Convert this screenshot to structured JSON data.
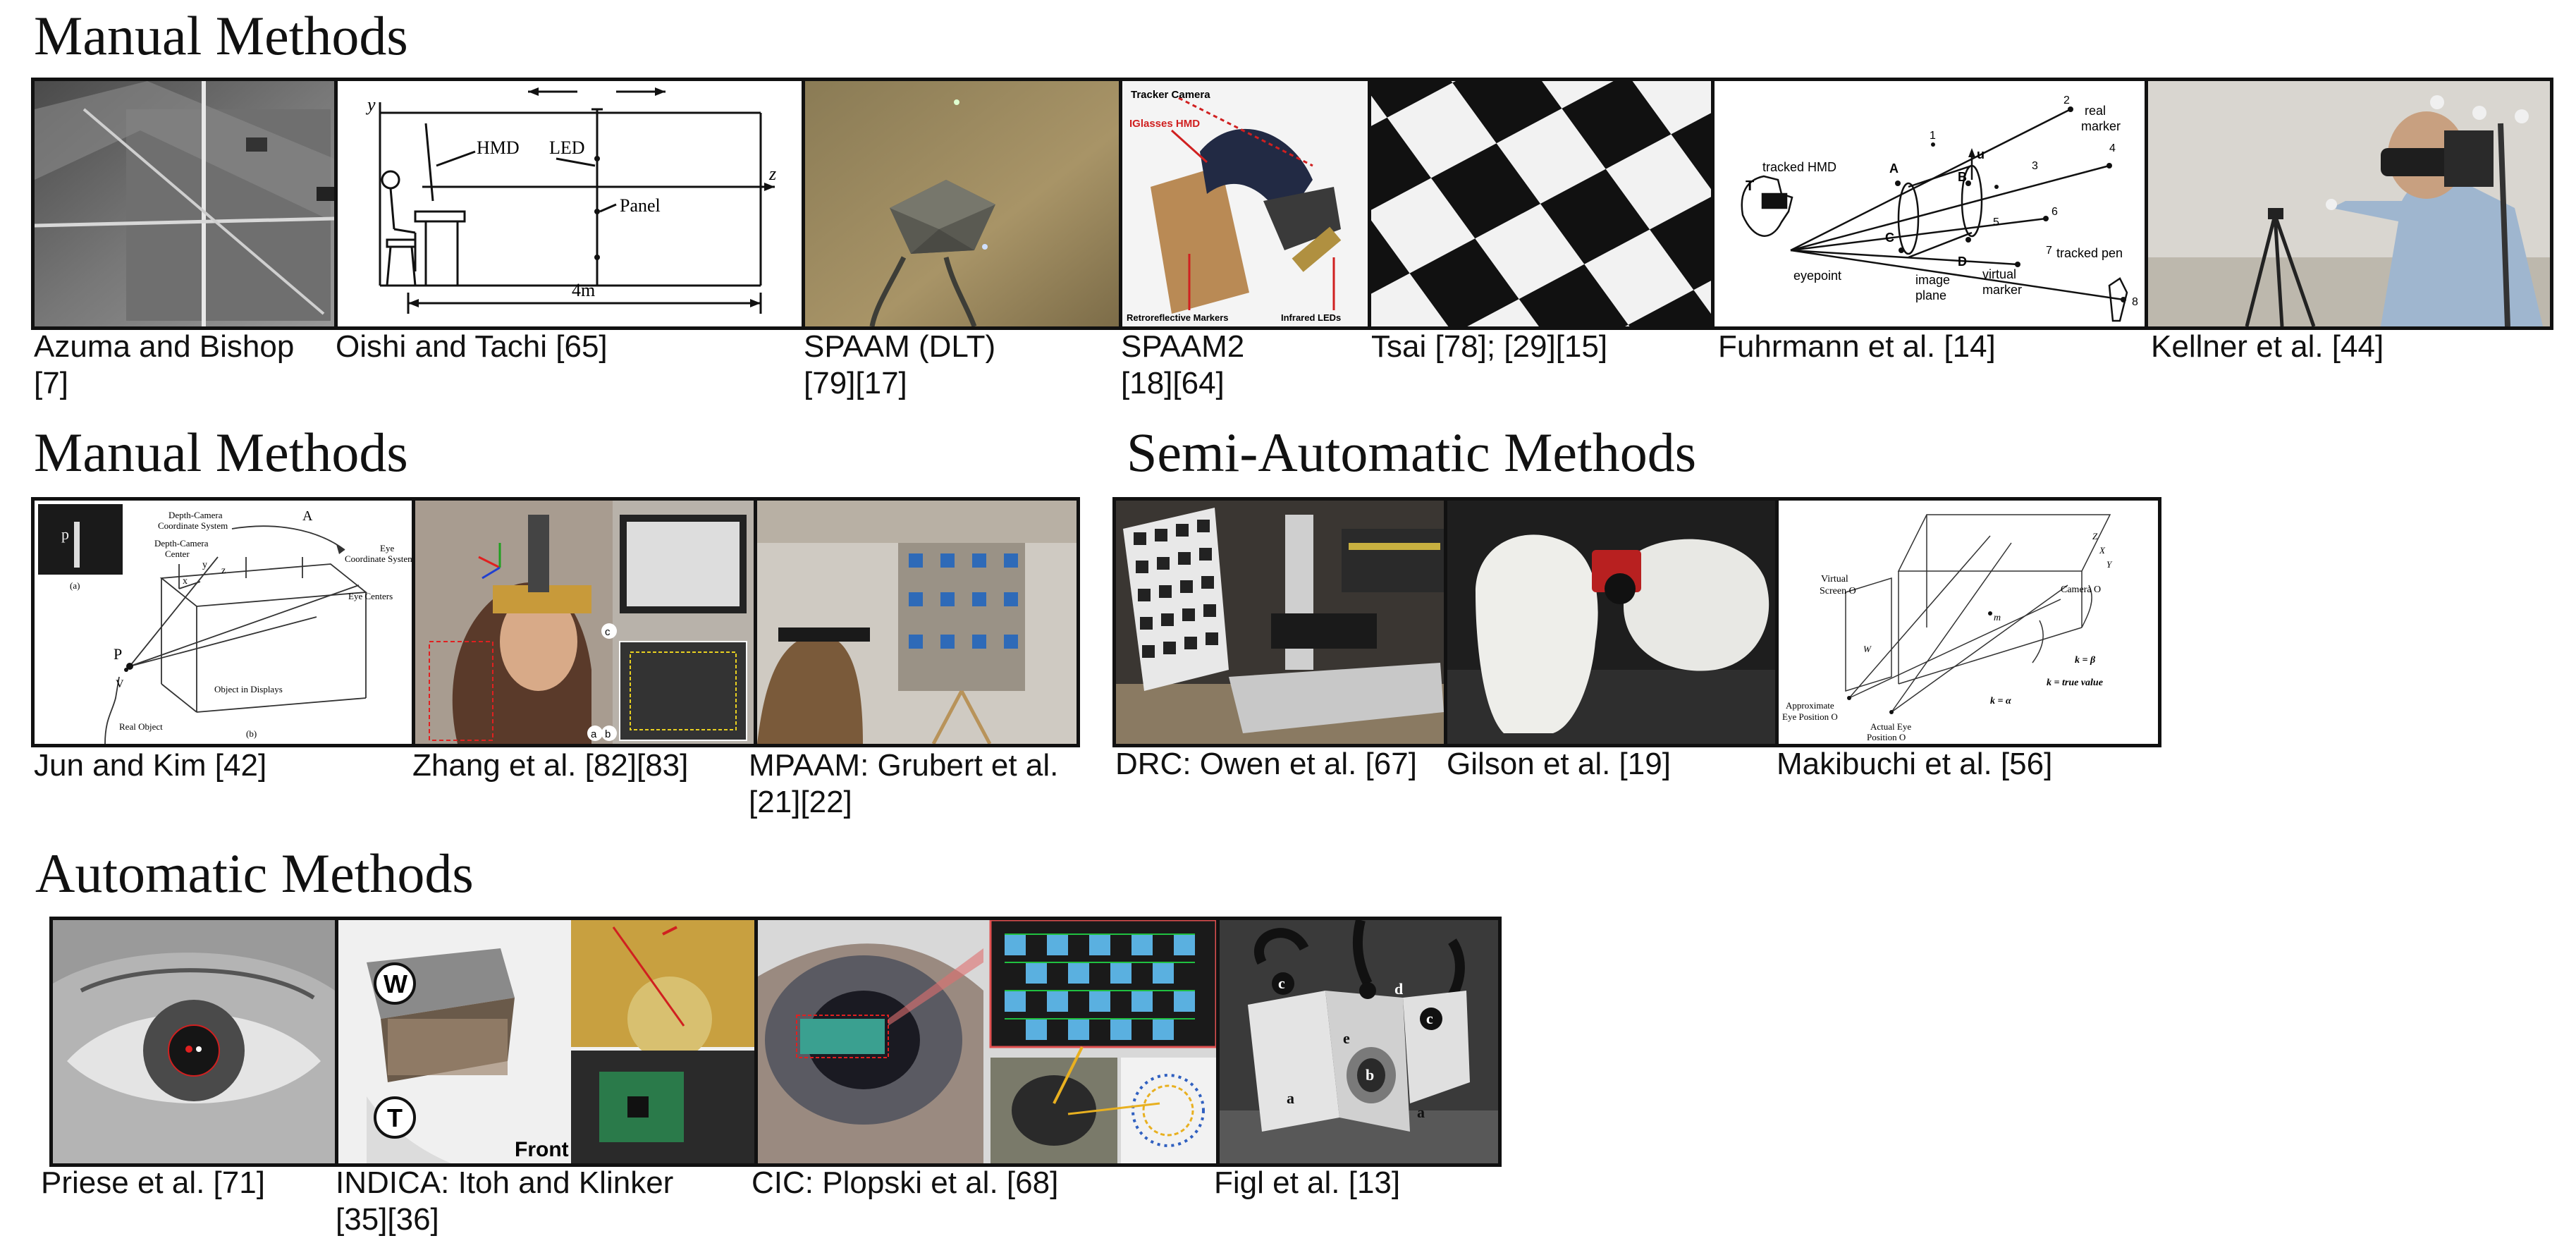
{
  "sections": {
    "manual_top": "Manual Methods",
    "manual_mid": "Manual Methods",
    "semi": "Semi-Automatic Methods",
    "automatic": "Automatic Methods"
  },
  "row1": [
    {
      "caption": "Azuma and Bishop\n[7]"
    },
    {
      "caption": "Oishi and Tachi [65]",
      "labels": {
        "y": "y",
        "hmd": "HMD",
        "led": "LED",
        "panel": "Panel",
        "z": "z",
        "dist": "4m"
      }
    },
    {
      "caption": "SPAAM (DLT)\n[79][17]"
    },
    {
      "caption": "SPAAM2\n[18][64]",
      "labels": {
        "tracker": "Tracker Camera",
        "iglasses": "IGlasses HMD",
        "retro": "Retroreflective Markers",
        "ir": "Infrared LEDs"
      }
    },
    {
      "caption": "Tsai [78]; [29][15]"
    },
    {
      "caption": "Fuhrmann et al. [14]",
      "labels": {
        "real": "real",
        "marker": "marker",
        "hmd": "tracked HMD",
        "eye": "eyepoint",
        "plane1": "image",
        "plane2": "plane",
        "virt1": "virtual",
        "virt2": "marker",
        "pen": "tracked pen",
        "u": "u",
        "A": "A",
        "B": "B",
        "C": "C",
        "D": "D",
        "T": "T",
        "n1": "1",
        "n2": "2",
        "n3": "3",
        "n4": "4",
        "n5": "5",
        "n6": "6",
        "n7": "7",
        "n8": "8"
      }
    },
    {
      "caption": "Kellner et al. [44]"
    }
  ],
  "row2_manual": [
    {
      "caption": "Jun and Kim [42]",
      "labels": {
        "depth_sys1": "Depth-Camera",
        "depth_sys2": "Coordinate System",
        "A": "A",
        "depth_center1": "Depth-Camera",
        "depth_center2": "Center",
        "eye_sys1": "Eye",
        "eye_sys2": "Coordinate System",
        "eye_centers": "Eye Centers",
        "obj_disp": "Object in Displays",
        "real_obj": "Real Object",
        "p": "p",
        "P": "P",
        "V": "V",
        "a": "(a)",
        "b": "(b)",
        "x": "x",
        "y": "y",
        "z": "z"
      }
    },
    {
      "caption": "Zhang et al. [82][83]",
      "labels": {
        "c": "c",
        "a": "a",
        "b": "b"
      }
    },
    {
      "caption": "MPAAM: Grubert et al.\n[21][22]"
    }
  ],
  "row2_semi": [
    {
      "caption": "DRC: Owen et al. [67]"
    },
    {
      "caption": "Gilson et al. [19]"
    },
    {
      "caption": "Makibuchi et al. [56]",
      "labels": {
        "virtual": "Virtual",
        "screen": "Screen O",
        "camera": "Camera O",
        "approx1": "Approximate",
        "approx2": "Eye Position O",
        "actual1": "Actual Eye",
        "actual2": "Position O",
        "kbeta": "k = β",
        "ktrue": "k = true value",
        "kalpha": "k = α",
        "m": "m",
        "x": "X",
        "y": "Y",
        "z": "Z",
        "w": "W"
      }
    }
  ],
  "row3": [
    {
      "caption": "Priese et al. [71]"
    },
    {
      "caption": "INDICA: Itoh and Klinker\n[35][36]",
      "labels": {
        "W": "W",
        "T": "T",
        "front": "Front"
      }
    },
    {
      "caption": "CIC: Plopski et al. [68]"
    },
    {
      "caption": "Figl et al. [13]",
      "labels": {
        "a": "a",
        "b": "b",
        "c": "c",
        "d": "d",
        "e": "e"
      }
    }
  ]
}
